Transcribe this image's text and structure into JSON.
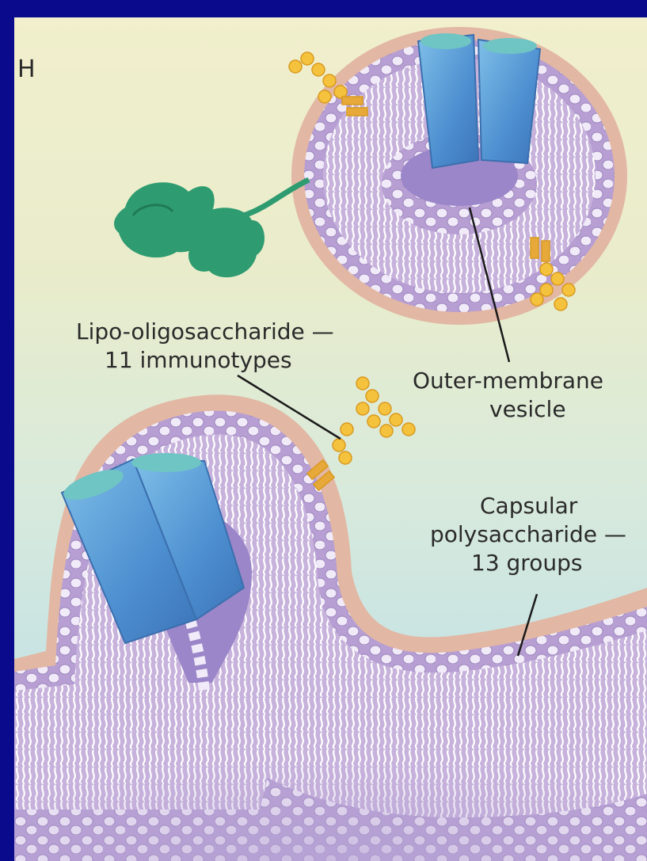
{
  "panel": {
    "edge_mark": "H"
  },
  "labels": {
    "lipo_line1": "Lipo-oligosaccharide —",
    "lipo_line2": "11 immunotypes",
    "omv_line1": "Outer-membrane",
    "omv_line2": "vesicle",
    "cap_line1": "Capsular",
    "cap_line2": "polysaccharide —",
    "cap_line3": "13 groups"
  },
  "colors": {
    "slide_border": "#0a0a8c",
    "membrane_purple": "#c9b6dc",
    "capsule_tan": "#e2b7a3",
    "porin_blue": "#5fa2dc",
    "oligosaccharide_yellow": "#f5c23d",
    "green_protein": "#2e9b70"
  },
  "icons": {
    "porin": "porin-protein-icon",
    "lipo": "lipo-oligosaccharide-icon",
    "green": "green-protein-icon"
  }
}
